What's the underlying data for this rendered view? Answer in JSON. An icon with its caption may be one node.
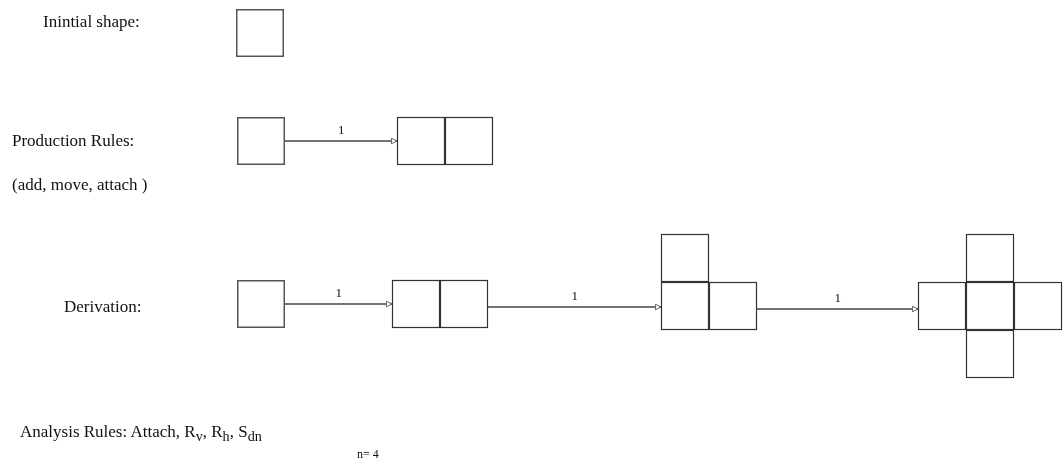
{
  "diagram": {
    "nodes": [
      {
        "text": [],
        "shape": "box"
      },
      {
        "text": [],
        "shape": "box"
      },
      {
        "text": [],
        "shape": "picture"
      },
      {
        "text": [],
        "shape": "box"
      },
      {
        "text": [],
        "shape": "picture"
      },
      {
        "text": [],
        "shape": "picture"
      },
      {
        "text": [],
        "shape": "picture"
      }
    ],
    "edges": [
      {
        "from": 1,
        "to": 2,
        "arrow": "to",
        "label": "1"
      },
      {
        "from": 3,
        "to": 4,
        "arrow": "to",
        "label": "1"
      },
      {
        "from": 4,
        "to": 5,
        "arrow": "to",
        "label": "1"
      },
      {
        "from": 5,
        "to": 6,
        "arrow": "to",
        "label": "1"
      }
    ],
    "labels": [
      "Inintial shape:",
      "Production Rules:",
      "(add, move, attach )",
      "Derivation:",
      "Analysis Rules: Attach, R$_{v}$, R$_{h}$, S$_{dn}$",
      "n= 4"
    ]
  }
}
